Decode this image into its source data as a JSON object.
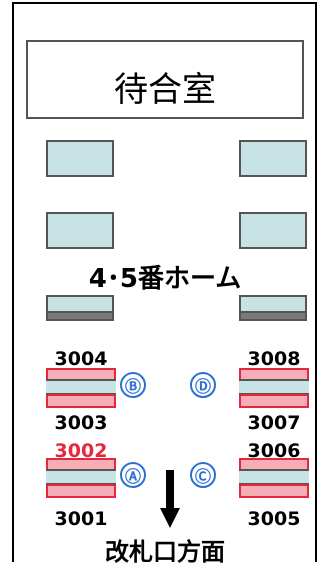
{
  "waiting_room": {
    "label": "待合室"
  },
  "platform": {
    "label": "4･5番ホーム"
  },
  "exit": {
    "label": "改札口方面"
  },
  "cars": [
    {
      "id": "3004",
      "color": "black"
    },
    {
      "id": "3003",
      "color": "black"
    },
    {
      "id": "3002",
      "color": "red"
    },
    {
      "id": "3001",
      "color": "black"
    },
    {
      "id": "3008",
      "color": "black"
    },
    {
      "id": "3007",
      "color": "black"
    },
    {
      "id": "3006",
      "color": "black"
    },
    {
      "id": "3005",
      "color": "black"
    }
  ],
  "markers": {
    "a": "Ⓐ",
    "b": "Ⓑ",
    "c": "Ⓒ",
    "d": "Ⓓ"
  },
  "colors": {
    "platform_fill": "#c7e3e5",
    "car_fill": "#f6aeb6",
    "car_border": "#e5283d",
    "marker": "#2d6fd6"
  }
}
